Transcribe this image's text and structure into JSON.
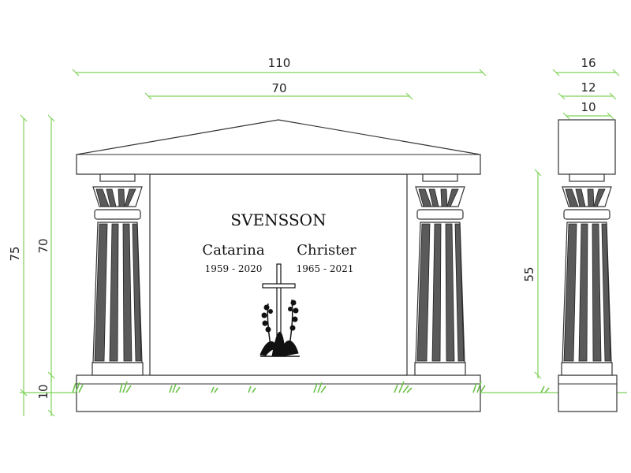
{
  "dimensions": {
    "total_width": "110",
    "inner_width": "70",
    "total_height": "75",
    "column_height": "70",
    "base_height": "10",
    "side_depth_outer": "16",
    "side_depth_mid": "12",
    "side_depth_inner": "10",
    "side_column_height": "55"
  },
  "inscription": {
    "family_name": "SVENSSON",
    "person1_name": "Catarina",
    "person1_years": "1959 - 2020",
    "person2_name": "Christer",
    "person2_years": "1965 - 2021"
  },
  "colors": {
    "dimension_line": "#7fd35a",
    "stone_outline": "#333333",
    "column_fill": "#5a5a5a",
    "grass": "#6cc24a"
  },
  "icons": [
    "cross-icon",
    "lily-of-the-valley-icon",
    "grass-tuft-icon"
  ]
}
